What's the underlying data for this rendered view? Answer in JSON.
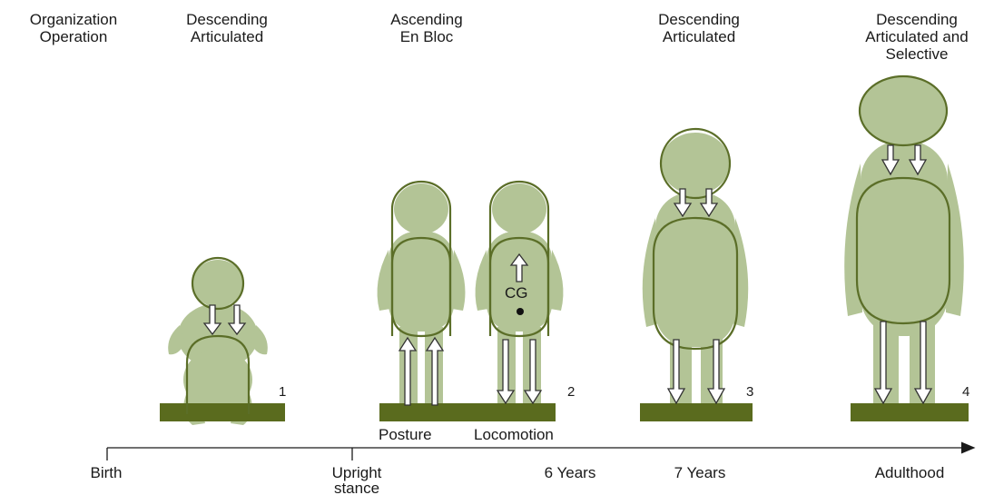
{
  "headers": {
    "organization": "Organization\nOperation",
    "stage1": "Descending\nArticulated",
    "stage2": "Ascending\nEn Bloc",
    "stage3": "Descending\nArticulated",
    "stage4": "Descending\nArticulated and\nSelective"
  },
  "stage_numbers": [
    "1",
    "2",
    "3",
    "4"
  ],
  "labels": {
    "posture": "Posture",
    "locomotion": "Locomotion",
    "cg": "CG"
  },
  "timeline": {
    "birth": "Birth",
    "upright_line1": "Upright",
    "upright_line2": "stance",
    "six_years": "6 Years",
    "seven_years": "7 Years",
    "adulthood": "Adulthood"
  },
  "colors": {
    "figure_fill": "#b3c496",
    "outline": "#5b6e28",
    "ground": "#5a6b1e"
  }
}
